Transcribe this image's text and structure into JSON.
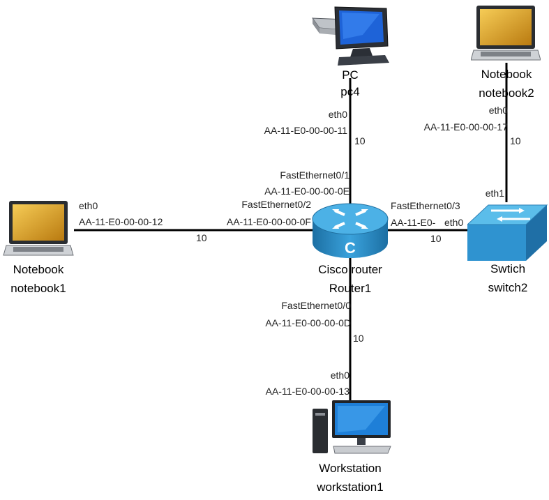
{
  "devices": {
    "pc": {
      "type": "PC",
      "name": "pc4",
      "icon": "desktop-pc-icon"
    },
    "notebook2": {
      "type": "Notebook",
      "name": "notebook2",
      "icon": "laptop-icon"
    },
    "notebook1": {
      "type": "Notebook",
      "name": "notebook1",
      "icon": "laptop-icon"
    },
    "router": {
      "type": "Cisco router",
      "name": "Router1",
      "icon": "cisco-router-icon"
    },
    "switch": {
      "type": "Swtich",
      "name": "switch2",
      "icon": "switch-icon"
    },
    "workstation": {
      "type": "Workstation",
      "name": "workstation1",
      "icon": "workstation-icon"
    }
  },
  "links": {
    "pc_router": {
      "pc_port": "eth0",
      "pc_mac": "AA-11-E0-00-00-11",
      "router_port": "FastEthernet0/1",
      "router_mac": "AA-11-E0-00-00-0E",
      "cost": "10"
    },
    "notebook1_router": {
      "nb_port": "eth0",
      "nb_mac": "AA-11-E0-00-00-12",
      "router_port": "FastEthernet0/2",
      "router_mac": "AA-11-E0-00-00-0F",
      "cost": "10"
    },
    "router_switch": {
      "router_port": "FastEthernet0/3",
      "router_mac": "AA-11-E0-",
      "switch_port_overlap": "eth0",
      "cost": "10"
    },
    "switch_notebook2": {
      "nb_port": "eth0",
      "nb_mac": "AA-11-E0-00-00-17",
      "switch_port": "eth1",
      "cost": "10"
    },
    "router_workstation": {
      "router_port": "FastEthernet0/0",
      "router_mac": "AA-11-E0-00-00-0D",
      "ws_port": "eth0",
      "ws_mac": "AA-11-E0-00-00-13",
      "cost": "10"
    }
  },
  "colors": {
    "link": "#000000",
    "router_body": "#2f8fc6",
    "switch_body": "#3aa3dc",
    "laptop_screen": "#e0a020",
    "monitor_screen": "#1e7fd8"
  }
}
